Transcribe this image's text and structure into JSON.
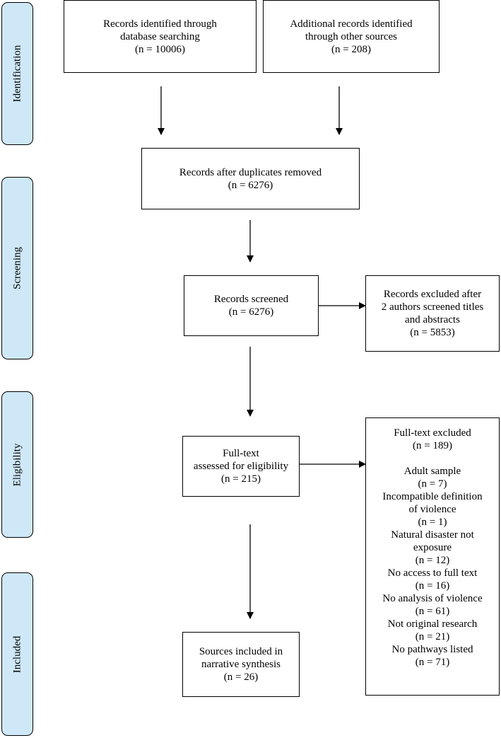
{
  "stages": {
    "identification": "Identification",
    "screening": "Screening",
    "eligibility": "Eligibility",
    "included": "Included"
  },
  "boxes": {
    "database_search": {
      "lines": [
        "Records identified through",
        "database searching",
        "(n = 10006)"
      ]
    },
    "other_sources": {
      "lines": [
        "Additional records identified",
        "through other sources",
        "(n = 208)"
      ]
    },
    "duplicates_removed": {
      "lines": [
        "Records after duplicates removed",
        "(n = 6276)"
      ]
    },
    "screened": {
      "lines": [
        "Records screened",
        "(n = 6276)"
      ]
    },
    "excluded_screening": {
      "lines": [
        "Records excluded after",
        "2 authors screened titles",
        "and abstracts",
        "(n = 5853)"
      ]
    },
    "full_text_assessed": {
      "lines": [
        "Full-text",
        "assessed for eligibility",
        "(n = 215)"
      ]
    },
    "full_text_excluded": {
      "header": [
        "Full-text excluded",
        "(n = 189)"
      ],
      "reasons": [
        "Adult sample",
        "(n = 7)",
        "Incompatible definition",
        "of violence",
        "(n = 1)",
        "Natural disaster not",
        "exposure",
        "(n = 12)",
        "No access to full text",
        "(n = 16)",
        "No analysis of violence",
        "(n = 61)",
        "Not original research",
        "(n = 21)",
        "No pathways listed",
        "(n = 71)"
      ]
    },
    "included": {
      "lines": [
        "Sources included in",
        "narrative synthesis",
        "(n = 26)"
      ]
    }
  }
}
